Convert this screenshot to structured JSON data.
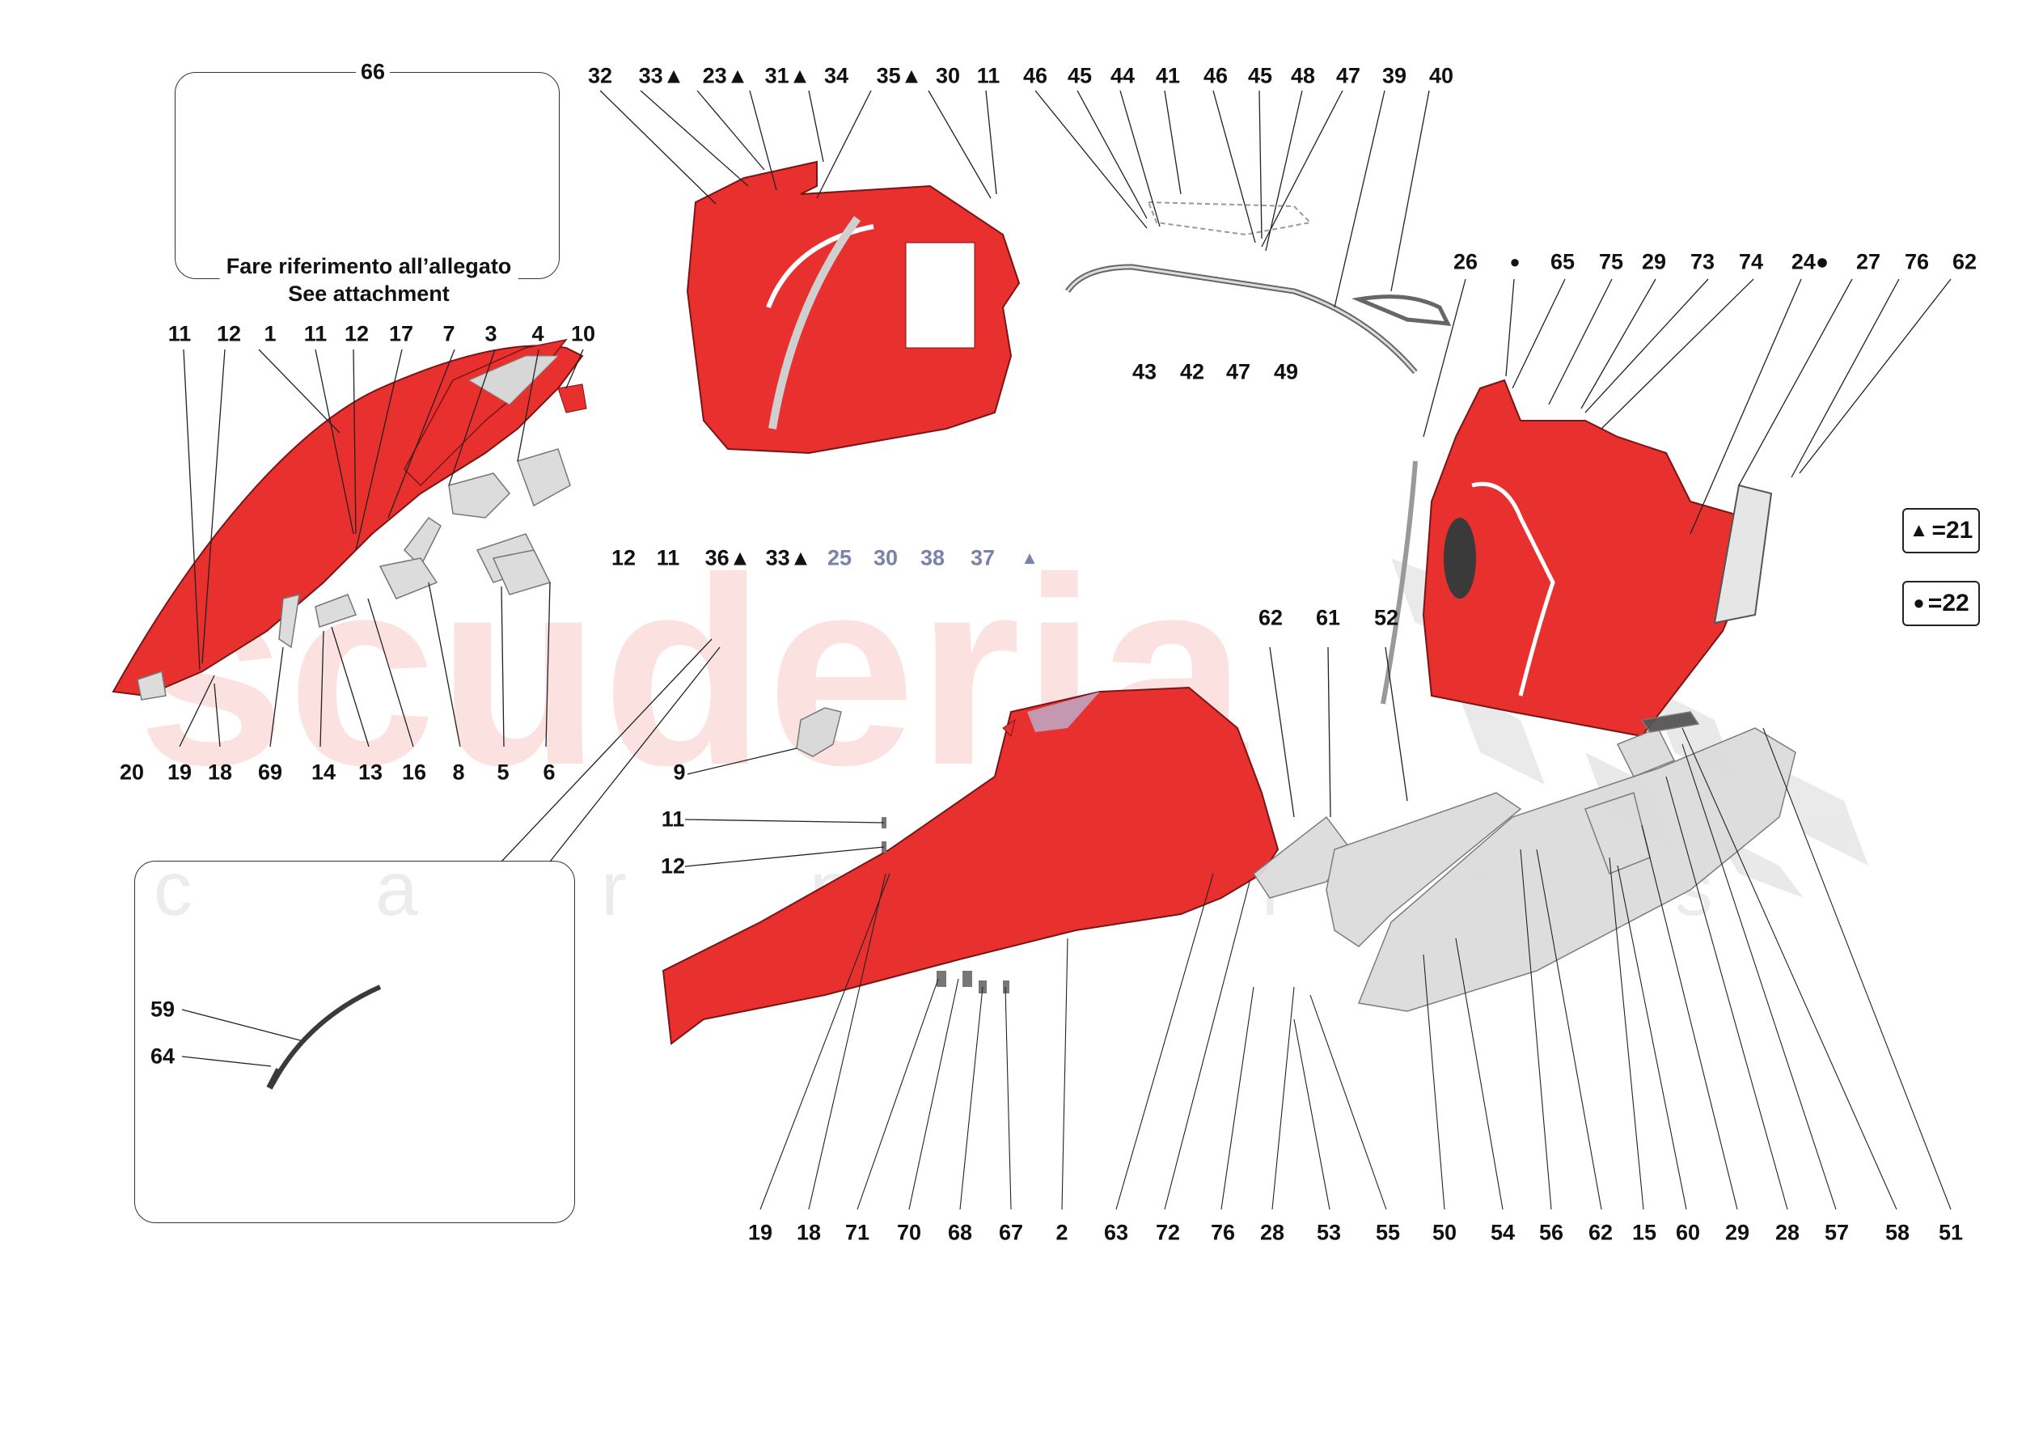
{
  "diagram": {
    "type": "exploded-parts-diagram",
    "watermark": {
      "main": "scuderia",
      "sub": "c a r p a r t s"
    },
    "inset_top": {
      "number": "66",
      "caption_it": "Fare riferimento all’allegato",
      "caption_en": "See attachment"
    },
    "inset_bottom": {
      "labels": [
        "59",
        "64"
      ]
    },
    "legend": [
      {
        "symbol": "▲",
        "symbol_name": "triangle",
        "value": "=21"
      },
      {
        "symbol": "●",
        "symbol_name": "dot",
        "value": "=22"
      }
    ],
    "colors": {
      "part_red": "#e8302f",
      "part_grey": "#d8d8d8",
      "outline": "#333333",
      "faded_label": "#7a82a8",
      "watermark": "#f2a3a3"
    },
    "label_rows": {
      "top_center": [
        "32",
        "33▲",
        "23▲",
        "31▲",
        "34",
        "35▲",
        "30",
        "11"
      ],
      "top_roof": [
        "46",
        "45",
        "44",
        "41",
        "46",
        "45",
        "48",
        "47",
        "39",
        "40"
      ],
      "roof_bottom": [
        "43",
        "42",
        "47",
        "49"
      ],
      "right_top": [
        "26",
        "●",
        "65",
        "75",
        "29",
        "73",
        "74",
        "24●",
        "27",
        "76",
        "62"
      ],
      "left_top": [
        "11",
        "12",
        "1",
        "11",
        "12",
        "17",
        "7",
        "3",
        "4",
        "10"
      ],
      "left_mid_right": [
        "12",
        "11"
      ],
      "center_mid": [
        "36▲",
        "33▲",
        "25",
        "30",
        "38",
        "37",
        "▲"
      ],
      "left_bottom": [
        "20",
        "19",
        "18",
        "69",
        "14",
        "13",
        "16",
        "8",
        "5",
        "6"
      ],
      "center_single": [
        "9",
        "11",
        "12"
      ],
      "right_mid": [
        "62",
        "61",
        "52"
      ],
      "bottom_row": [
        "19",
        "18",
        "71",
        "70",
        "68",
        "67",
        "2",
        "63",
        "72",
        "76",
        "28",
        "53",
        "55",
        "50",
        "54",
        "56",
        "62",
        "15",
        "60",
        "29",
        "28",
        "57",
        "58",
        "51"
      ]
    }
  }
}
